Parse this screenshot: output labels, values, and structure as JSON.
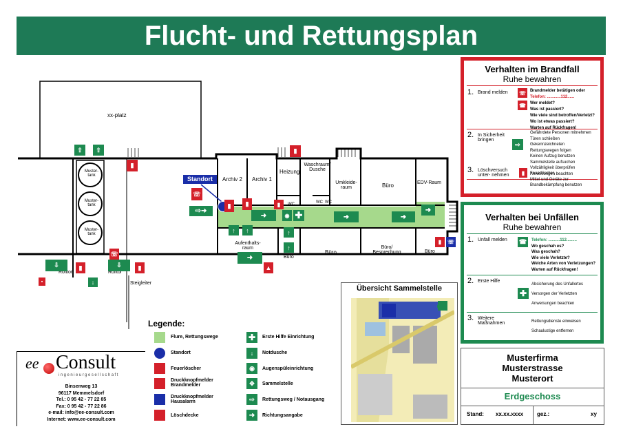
{
  "title": "Flucht- und Rettungsplan",
  "floorplan": {
    "rooms": {
      "xx_platz": "xx-platz",
      "archiv2": "Archiv 2",
      "archiv1": "Archiv 1",
      "heizung": "Heizung",
      "waschraum": "Waschraum/ Dusche",
      "umkleideraum": "Umkleide- raum",
      "buero1": "Büro",
      "edv": "EDV-Raum",
      "aufenthalt": "Aufenthalts- raum",
      "buero2": "Büro",
      "buero3": "Büro",
      "buero_besprechung": "Büro/ Besprechung",
      "buero4": "Büro",
      "buero_small": "Büro",
      "wc1": "WC",
      "wc2": "WC",
      "wc3": "WC",
      "tank1": "Muster- tank",
      "tank2": "Muster- tank",
      "tank3": "Muster- tank",
      "rolltor1": "Rolltor",
      "rolltor2": "Rolltor",
      "steigleiter": "Steigleiter"
    },
    "standort_label": "Standort"
  },
  "legend": {
    "title": "Legende:",
    "items_left": [
      {
        "label": "Flure, Rettungswege",
        "icon": "corridor-swatch"
      },
      {
        "label": "Standort",
        "icon": "standort-icon"
      },
      {
        "label": "Feuerlöscher",
        "icon": "fire-extinguisher-icon"
      },
      {
        "label": "Druckknopfmelder Brandmelder",
        "icon": "fire-alarm-icon"
      },
      {
        "label": "Druckknopfmelder Hausalarm",
        "icon": "house-alarm-icon"
      },
      {
        "label": "Löschdecke",
        "icon": "fire-blanket-icon"
      }
    ],
    "items_right": [
      {
        "label": "Erste Hilfe Einrichtung",
        "icon": "first-aid-icon"
      },
      {
        "label": "Notdusche",
        "icon": "emergency-shower-icon"
      },
      {
        "label": "Augenspüleinrichtung",
        "icon": "eyewash-icon"
      },
      {
        "label": "Sammelstelle",
        "icon": "assembly-point-icon"
      },
      {
        "label": "Rettungsweg / Notausgang",
        "icon": "exit-icon"
      },
      {
        "label": "Richtungsangabe",
        "icon": "direction-arrow-icon"
      }
    ]
  },
  "company_logo": {
    "brand_prefix": "ee",
    "brand_name": "Consult",
    "tagline": "ingenieurgesellschaft",
    "address": [
      "Binsenweg 13",
      "96117 Memmelsdorf",
      "Tel.: 0 95 42 - 77 22 85",
      "Fax: 0 95 42 - 77 22 86",
      "e-mail: info@ee-consult.com",
      "Internet: www.ee-consult.com"
    ]
  },
  "sammelstelle": {
    "title": "Übersicht Sammelstelle"
  },
  "brandfall": {
    "title": "Verhalten im Brandfall",
    "subtitle": "Ruhe bewahren",
    "steps": [
      {
        "num": "1.",
        "label": "Brand melden",
        "lines": [
          "Brandmelder betätigen oder",
          "Telefon: ............112......",
          "Wer meldet?",
          "Was ist passiert?",
          "Wie viele sind betroffen/Verletzt?",
          "Wo ist etwas passiert?",
          "Warten auf Rückfragen!"
        ]
      },
      {
        "num": "2.",
        "label": "In Sicherheit bringen",
        "lines": [
          "Gefährdete Personen mitnehmen",
          "Türen schließen",
          "Gekennzeichneten",
          "Rettungswegen folgen",
          "Keinen Aufzug benutzen",
          "Sammelstelle aufsuchen",
          "Vollzähligkeit überprüfen",
          "Anweisungen beachten"
        ]
      },
      {
        "num": "3.",
        "label": "Löschversuch unter- nehmen",
        "lines": [
          "Feuerlöscher,",
          "Mittel und Geräte zur",
          "Brandbekämpfung benutzen"
        ]
      }
    ]
  },
  "unfaelle": {
    "title": "Verhalten bei Unfällen",
    "subtitle": "Ruhe bewahren",
    "steps": [
      {
        "num": "1.",
        "label": "Unfall melden",
        "lines": [
          "Telefon: ..........112.........",
          "Wo geschah es?",
          "Was geschah?",
          "Wie viele Verletzte?",
          "Welche Arten von Verletzungen?",
          "Warten auf Rückfragen!"
        ]
      },
      {
        "num": "2.",
        "label": "Erste Hilfe",
        "lines": [
          "Absicherung des Unfallortes",
          "Versorgen der Verletzten",
          "Anweisungen beachten"
        ]
      },
      {
        "num": "3.",
        "label": "Weitere Maßnahmen",
        "lines": [
          "Rettungsdienste einweisen",
          "Schaulustige entfernen"
        ]
      }
    ]
  },
  "info": {
    "company": "Musterfirma",
    "street": "Musterstrasse",
    "city": "Musterort",
    "floor": "Erdgeschoss",
    "stand_label": "Stand:",
    "stand_value": "xx.xx.xxxx",
    "gez_label": "gez.:",
    "gez_value": "xy"
  },
  "colors": {
    "green": "#1d8a50",
    "title_green": "#1e7a56",
    "red": "#d4202a",
    "corridor": "#a6d98c",
    "standort_blue": "#1a2ea8"
  }
}
